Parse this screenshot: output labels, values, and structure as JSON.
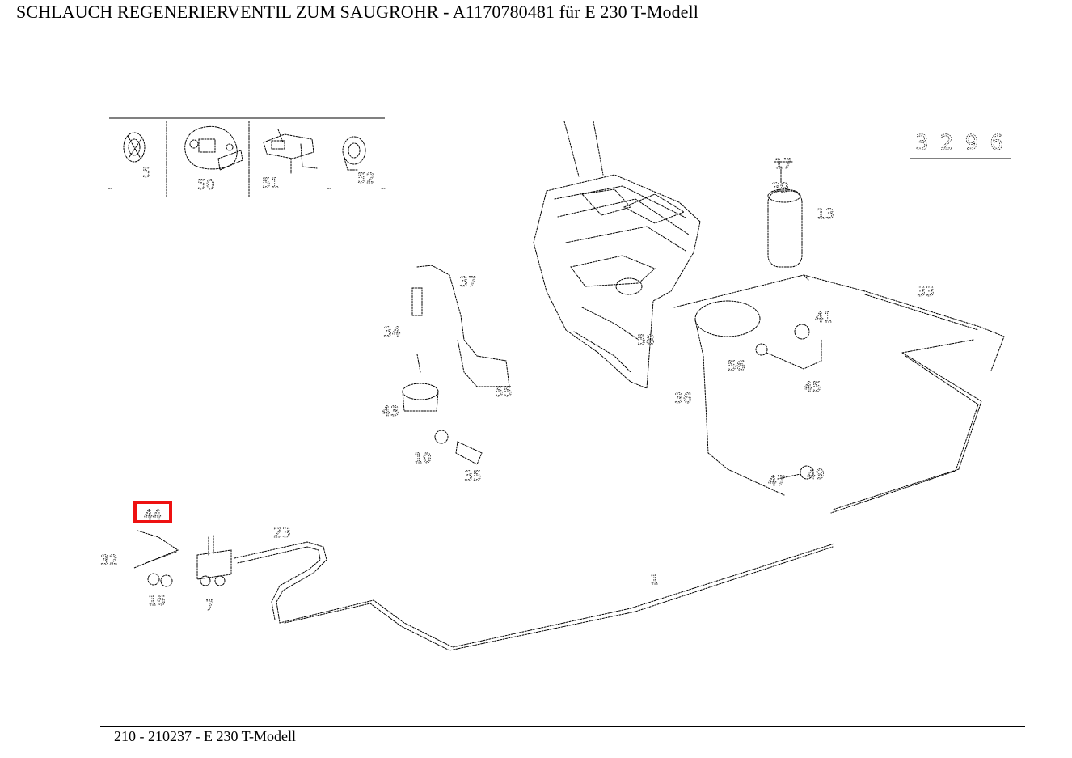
{
  "page": {
    "title": "SCHLAUCH REGENERIERVENTIL ZUM SAUGROHR - A1170780481 für E 230 T-Modell",
    "footer": "210 - 210237 - E 230 T-Modell"
  },
  "diagram": {
    "highlighted_part": "44",
    "inset_labels": [
      "5",
      "50",
      "51",
      "52"
    ],
    "stamp": "3 2 9 6",
    "callouts": [
      {
        "id": "c1",
        "text": "1"
      },
      {
        "id": "c7",
        "text": "7"
      },
      {
        "id": "c10",
        "text": "10"
      },
      {
        "id": "c13",
        "text": "13"
      },
      {
        "id": "c16",
        "text": "16"
      },
      {
        "id": "c17",
        "text": "17"
      },
      {
        "id": "c23",
        "text": "23"
      },
      {
        "id": "c32",
        "text": "32"
      },
      {
        "id": "c33",
        "text": "33"
      },
      {
        "id": "c34",
        "text": "34"
      },
      {
        "id": "c35",
        "text": "35"
      },
      {
        "id": "c36",
        "text": "36"
      },
      {
        "id": "c37",
        "text": "37"
      },
      {
        "id": "c39",
        "text": "39"
      },
      {
        "id": "c41",
        "text": "41"
      },
      {
        "id": "c43",
        "text": "43"
      },
      {
        "id": "c44",
        "text": "44"
      },
      {
        "id": "c45",
        "text": "45"
      },
      {
        "id": "c47",
        "text": "47"
      },
      {
        "id": "c49",
        "text": "49"
      },
      {
        "id": "c55",
        "text": "55"
      },
      {
        "id": "c56",
        "text": "56"
      },
      {
        "id": "c58",
        "text": "58"
      }
    ]
  }
}
